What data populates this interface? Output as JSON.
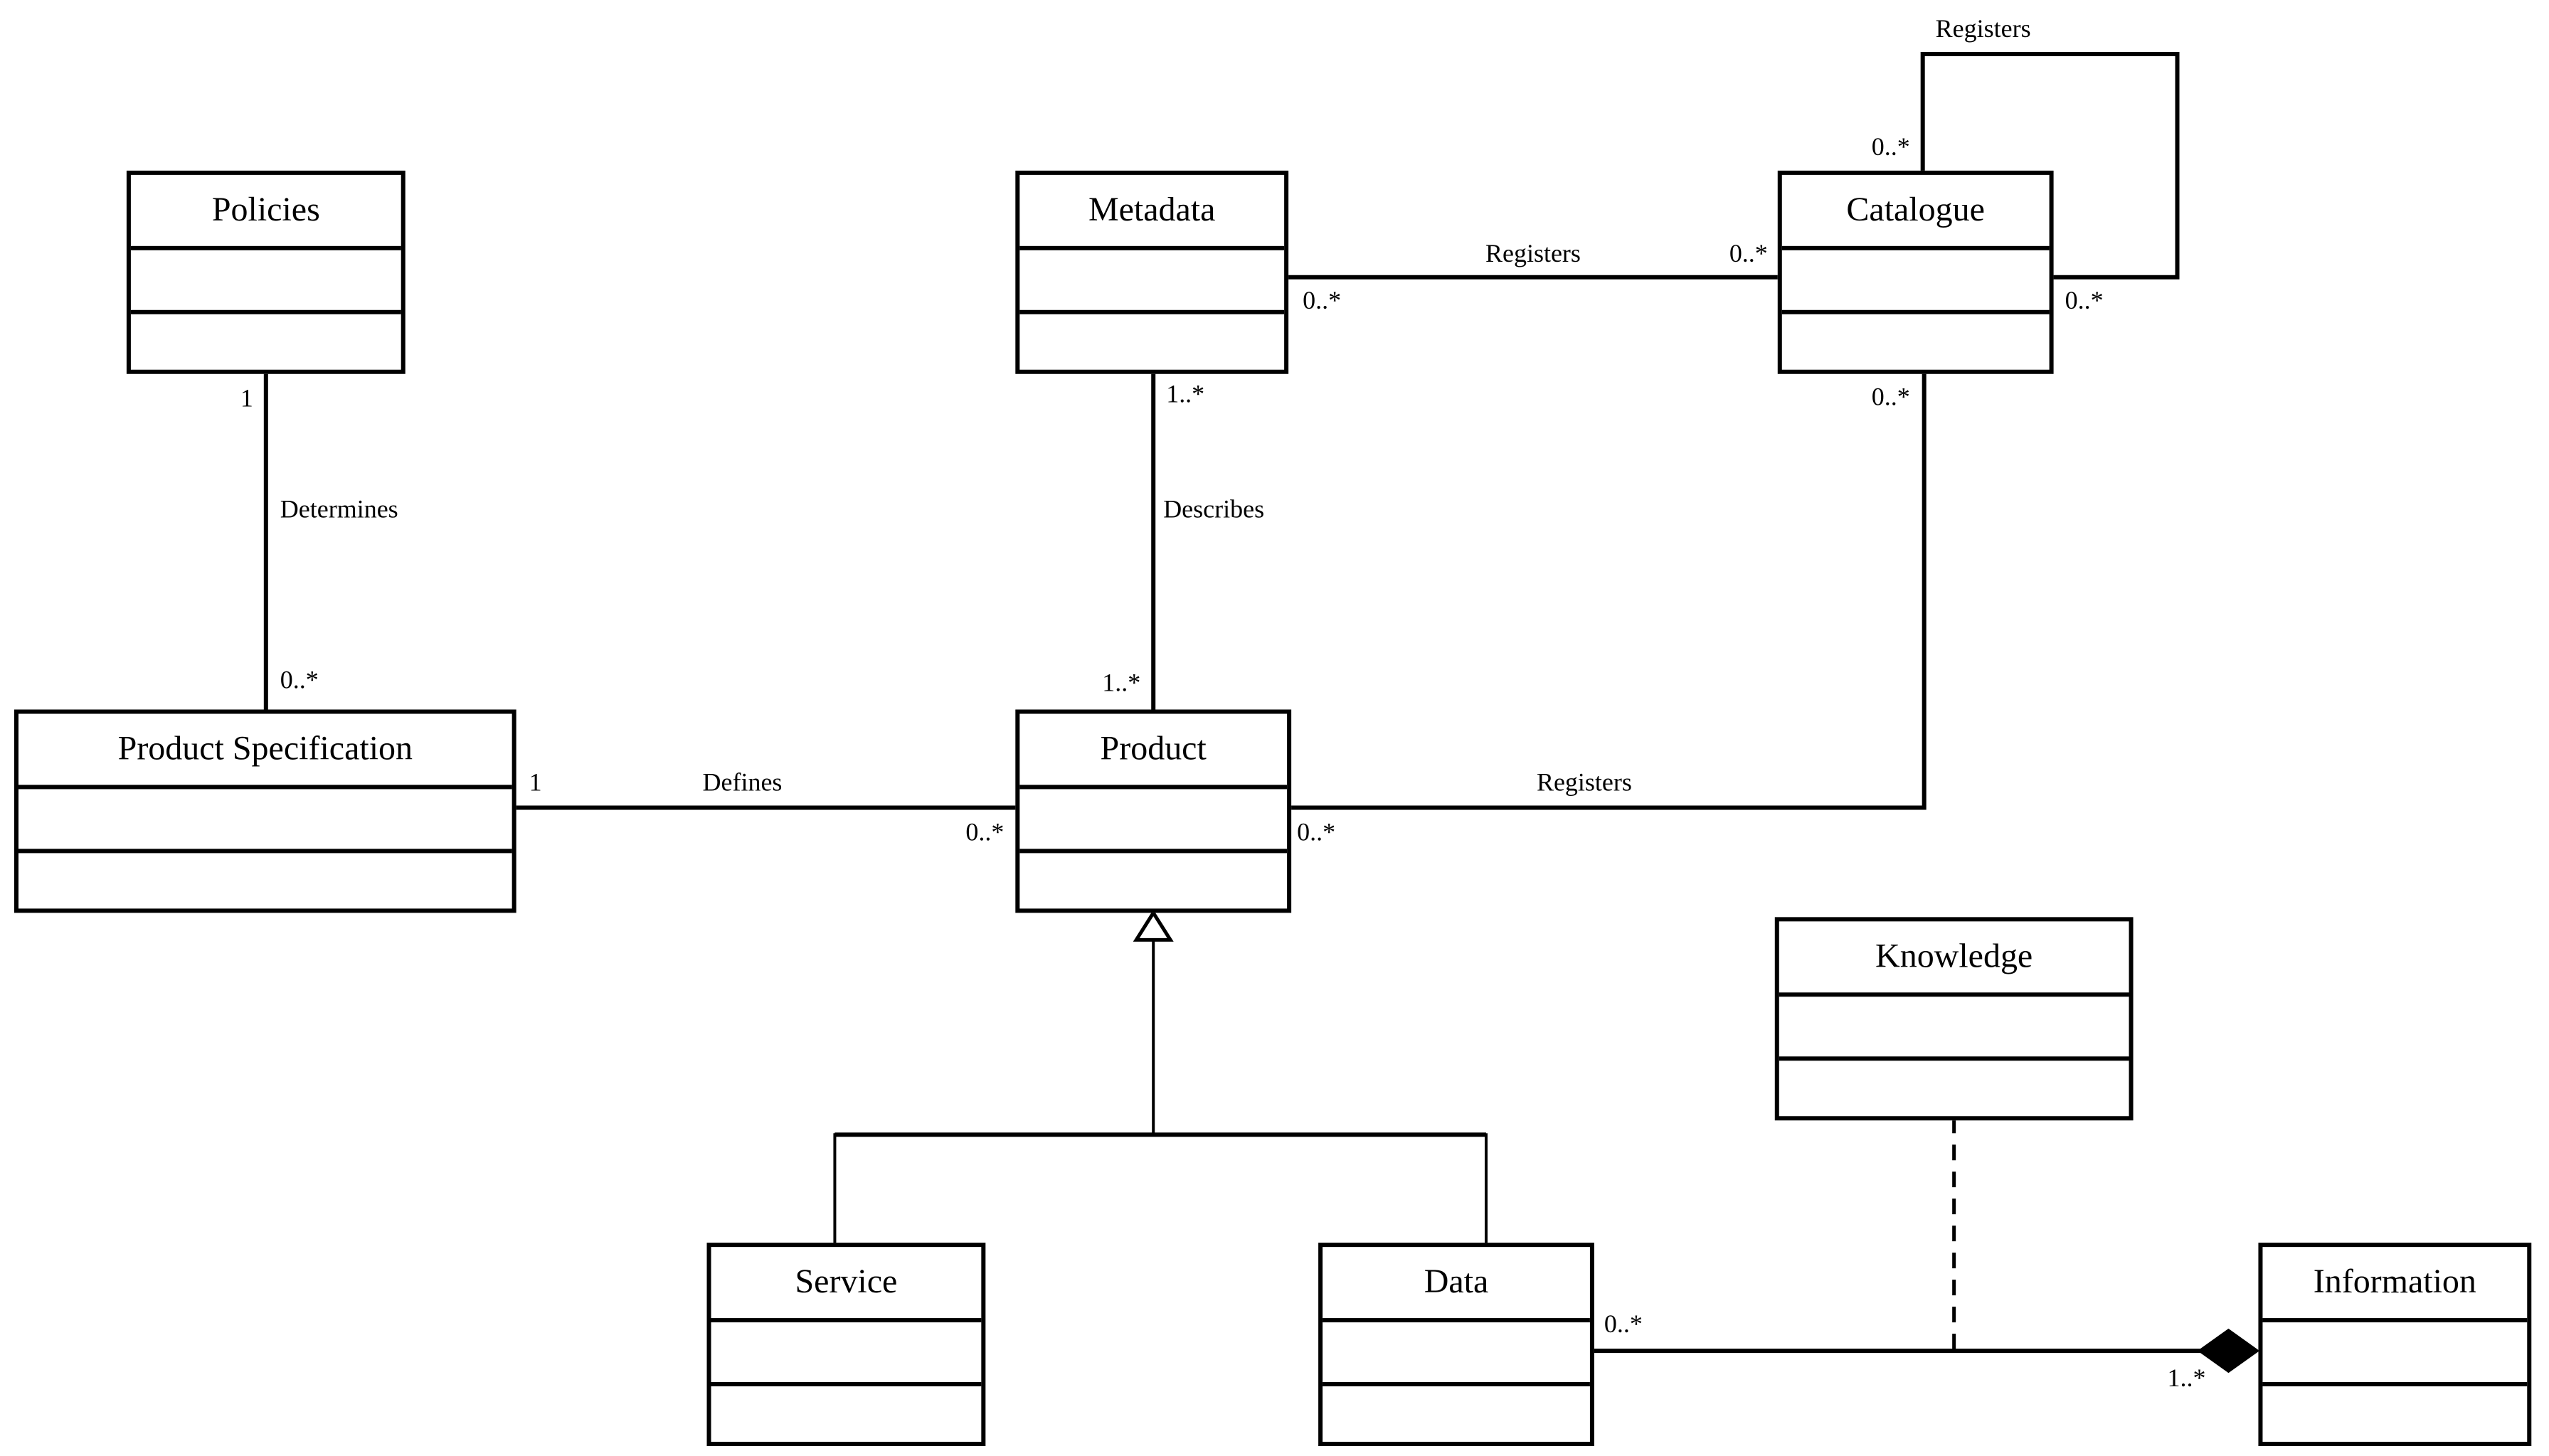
{
  "diagram": {
    "kind": "uml-class-diagram",
    "background_color": "#ffffff",
    "line_color": "#000000",
    "classes": {
      "policies": {
        "name": "Policies",
        "attributes": [],
        "operations": []
      },
      "metadata": {
        "name": "Metadata",
        "attributes": [],
        "operations": []
      },
      "catalogue": {
        "name": "Catalogue",
        "attributes": [],
        "operations": []
      },
      "product_specification": {
        "name": "Product Specification",
        "attributes": [],
        "operations": []
      },
      "product": {
        "name": "Product",
        "attributes": [],
        "operations": []
      },
      "knowledge": {
        "name": "Knowledge",
        "attributes": [],
        "operations": []
      },
      "service": {
        "name": "Service",
        "attributes": [],
        "operations": []
      },
      "data": {
        "name": "Data",
        "attributes": [],
        "operations": []
      },
      "information": {
        "name": "Information",
        "attributes": [],
        "operations": []
      }
    },
    "associations": {
      "determines": {
        "type": "association",
        "name": "Determines",
        "from": "Policies",
        "to": "Product Specification",
        "from_mult": "1",
        "to_mult": "0..*"
      },
      "defines": {
        "type": "association",
        "name": "Defines",
        "from": "Product Specification",
        "to": "Product",
        "from_mult": "1",
        "to_mult": "0..*"
      },
      "describes": {
        "type": "association",
        "name": "Describes",
        "from": "Metadata",
        "to": "Product",
        "from_mult": "1..*",
        "to_mult": "1..*"
      },
      "registers_metadata_catalogue": {
        "type": "association",
        "name": "Registers",
        "from": "Metadata",
        "to": "Catalogue",
        "from_mult": "0..*",
        "to_mult": "0..*"
      },
      "registers_catalogue_self": {
        "type": "association",
        "name": "Registers",
        "from": "Catalogue",
        "to": "Catalogue",
        "from_mult": "0..*",
        "to_mult": "0..*"
      },
      "registers_product_catalogue": {
        "type": "association",
        "name": "Registers",
        "from": "Product",
        "to": "Catalogue",
        "from_mult": "0..*",
        "to_mult": "0..*"
      },
      "service_generalization": {
        "type": "generalization",
        "from": "Service",
        "to": "Product"
      },
      "data_generalization": {
        "type": "generalization",
        "from": "Data",
        "to": "Product"
      },
      "information_composition": {
        "type": "composition",
        "from": "Data",
        "to": "Information",
        "from_mult": "0..*",
        "to_mult": "1..*"
      },
      "knowledge_dependency": {
        "type": "dependency",
        "style": "dashed",
        "from": "Knowledge",
        "to": "Data-Information association"
      }
    }
  }
}
